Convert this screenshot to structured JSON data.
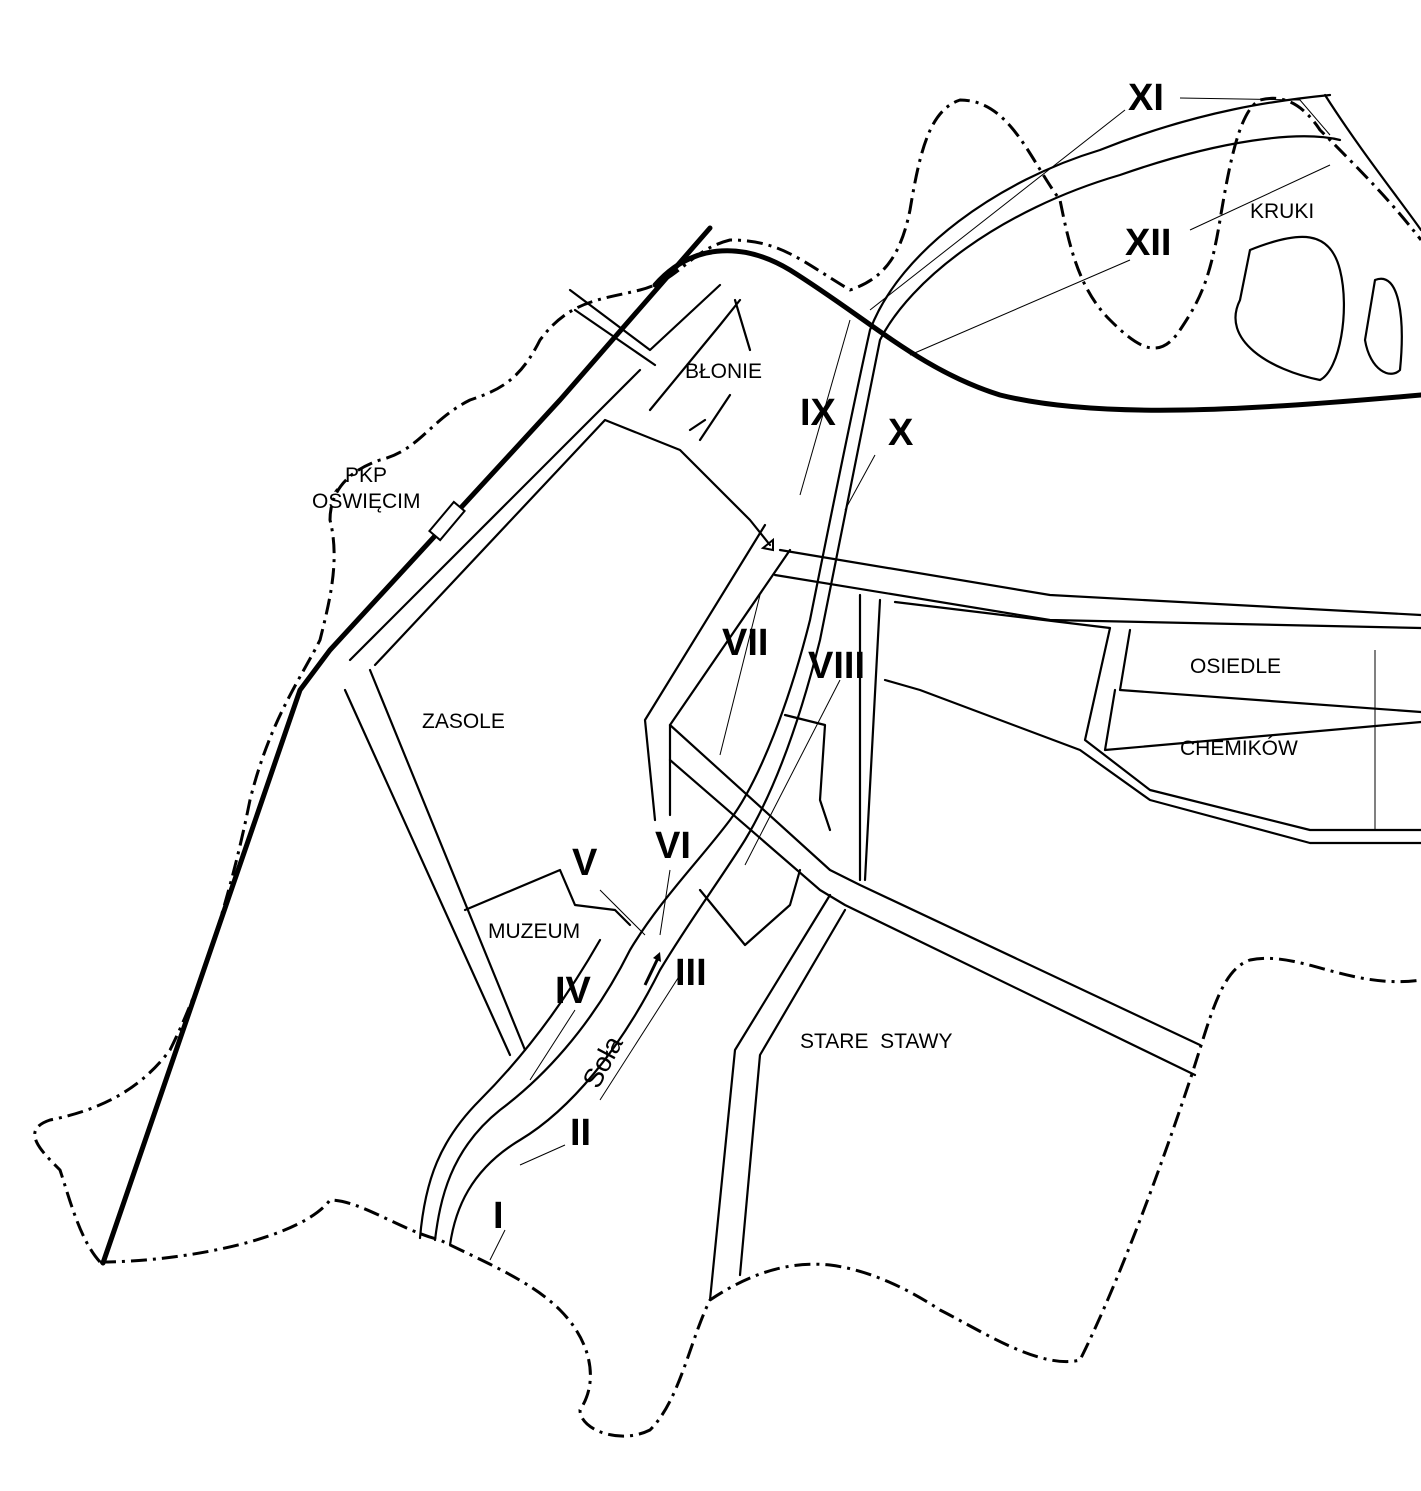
{
  "places": {
    "kruki": "KRUKI",
    "blonie": "BŁONIE",
    "pkp_line1": "PKP",
    "pkp_line2": "OŚWIĘCIM",
    "zasole": "ZASOLE",
    "osiedle": "OSIEDLE",
    "chemikow": "CHEMIKÓW",
    "muzeum": "MUZEUM",
    "stare_stawy": "STARE  STAWY"
  },
  "river": "Soła",
  "sites": [
    "I",
    "II",
    "III",
    "IV",
    "V",
    "VI",
    "VII",
    "VIII",
    "IX",
    "X",
    "XI",
    "XII"
  ],
  "colors": {
    "ink": "#000000",
    "paper": "#ffffff"
  }
}
